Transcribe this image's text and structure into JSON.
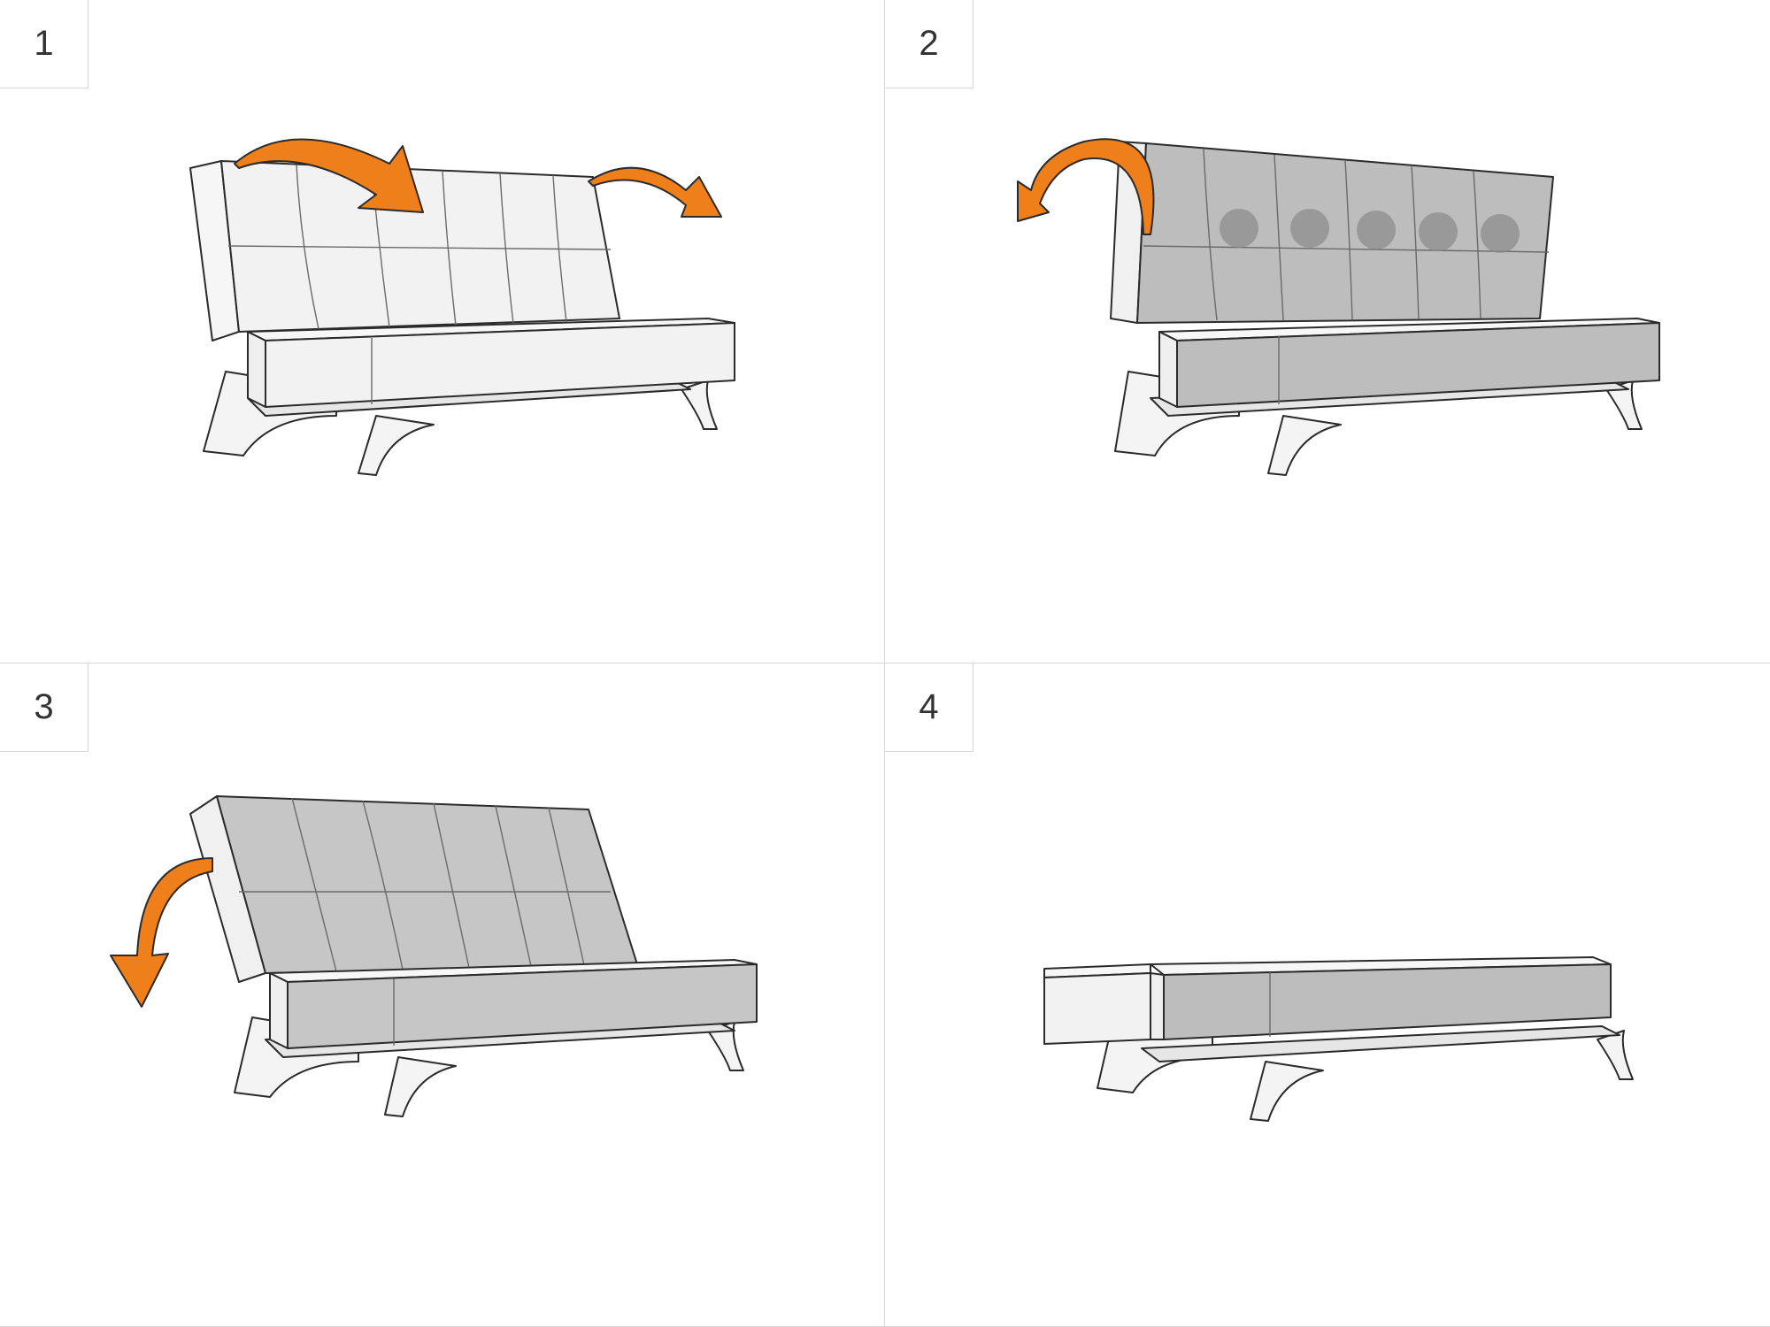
{
  "steps": [
    {
      "number": "1"
    },
    {
      "number": "2"
    },
    {
      "number": "3"
    },
    {
      "number": "4"
    }
  ],
  "colors": {
    "arrow": "#ef7f1a",
    "cushion_light": "#f2f2f2",
    "cushion_gray": "#bdbdbd",
    "leg": "#f4f4f4",
    "outline": "#2b2b2b"
  },
  "icons": [
    "curved-arrow-icon"
  ]
}
